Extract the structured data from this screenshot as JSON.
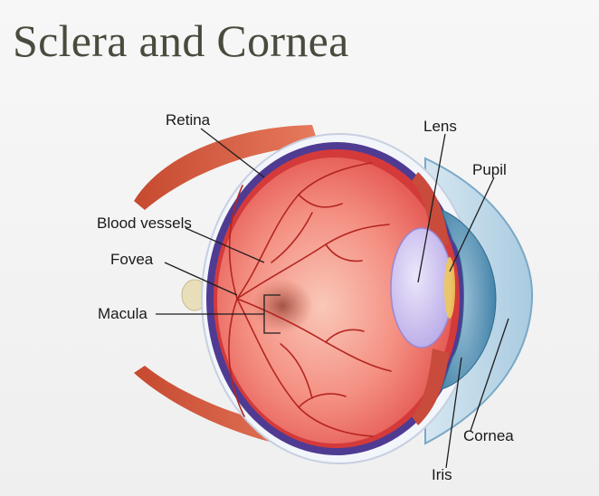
{
  "slide": {
    "title": "Sclera and Cornea"
  },
  "labels": {
    "retina": "Retina",
    "blood_vessels": "Blood vessels",
    "fovea": "Fovea",
    "macula": "Macula",
    "lens": "Lens",
    "pupil": "Pupil",
    "cornea": "Cornea",
    "iris": "Iris"
  }
}
